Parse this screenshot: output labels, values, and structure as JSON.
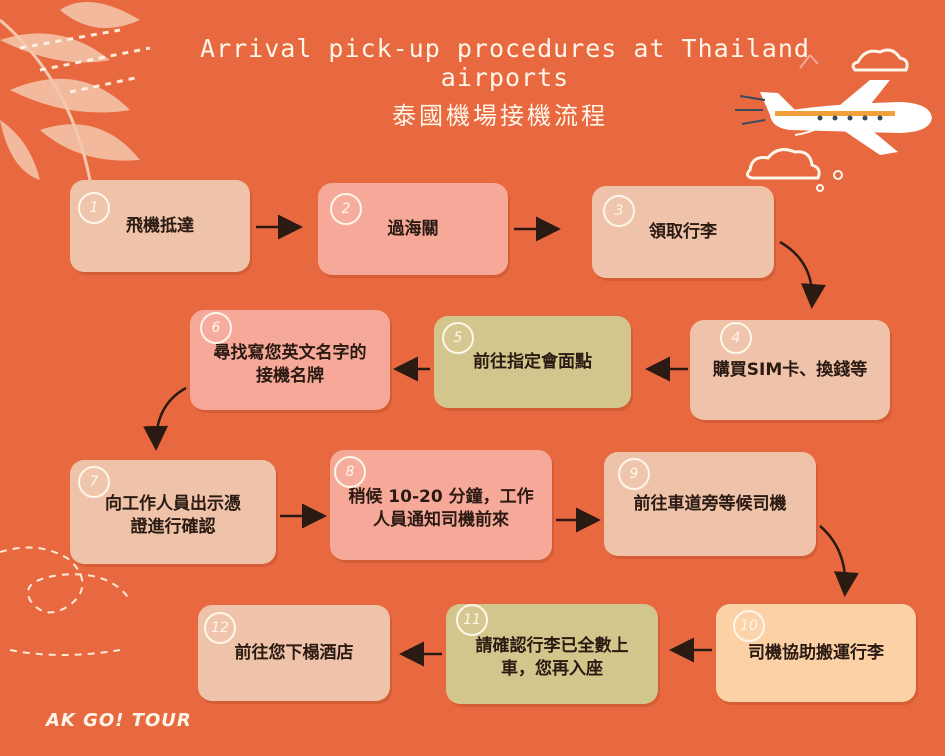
{
  "header": {
    "title_en": "Arrival pick-up procedures at Thailand airports",
    "title_zh": "泰國機場接機流程"
  },
  "steps": [
    {
      "num": "1",
      "label": "飛機抵達"
    },
    {
      "num": "2",
      "label": "過海關"
    },
    {
      "num": "3",
      "label": "領取行李"
    },
    {
      "num": "4",
      "label": "購買SIM卡、換錢等"
    },
    {
      "num": "5",
      "label": "前往指定會面點"
    },
    {
      "num": "6",
      "label": "尋找寫您英文名字的接機名牌"
    },
    {
      "num": "7",
      "label": "向工作人員出示憑證進行確認"
    },
    {
      "num": "8",
      "label": "稍候 10-20 分鐘，工作人員通知司機前來"
    },
    {
      "num": "9",
      "label": "前往車道旁等候司機"
    },
    {
      "num": "10",
      "label": "司機協助搬運行李"
    },
    {
      "num": "11",
      "label": "請確認行李已全數上車，您再入座"
    },
    {
      "num": "12",
      "label": "前往您下榻酒店"
    }
  ],
  "footer": {
    "logo": "AK GO! TOUR"
  },
  "colors": {
    "background": "#E8693F",
    "beige": "#EFC3A9",
    "pink": "#F7A999",
    "olive": "#D3C68C",
    "peach": "#FCD1A6"
  },
  "icons": [
    "airplane-icon",
    "cloud-icon",
    "leaf-branch-icon",
    "arrow-icon"
  ]
}
